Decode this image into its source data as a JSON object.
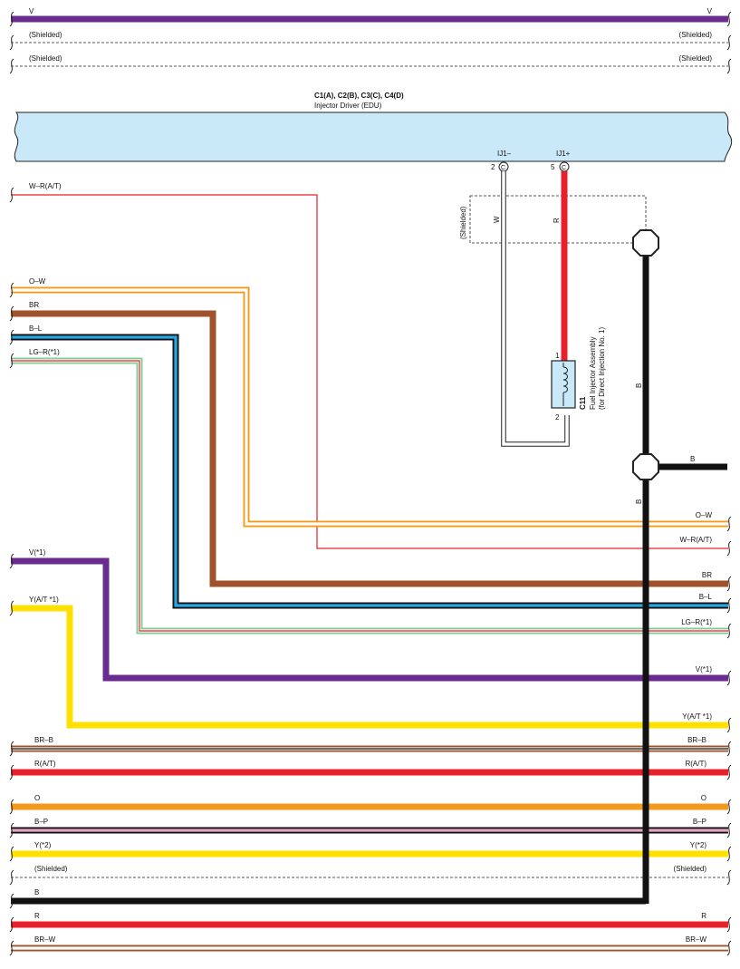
{
  "colors": {
    "V": "#6a2c91",
    "W": "#ffffff",
    "R": "#e8202a",
    "O": "#f39a1e",
    "BR": "#a0522d",
    "B": "#111111",
    "L": "#2aa7e0",
    "LG": "#7ccf9a",
    "Y": "#ffe000",
    "P": "#e6a5c7",
    "edu": "#c9e9f8"
  },
  "top_wires": [
    {
      "label_left": "V",
      "label_right": "V",
      "type": "solid",
      "color": "V"
    },
    {
      "label_left": "(Shielded)",
      "label_right": "(Shielded)",
      "type": "shield"
    },
    {
      "label_left": "(Shielded)",
      "label_right": "(Shielded)",
      "type": "shield"
    }
  ],
  "edu": {
    "connector_title": "C1(A), C2(B), C3(C), C4(D)",
    "name": "Injector Driver (EDU)",
    "pin_ij1_minus": {
      "name": "IJ1–",
      "num": "2",
      "conn": "C"
    },
    "pin_ij1_plus": {
      "name": "IJ1+",
      "num": "5",
      "conn": "C"
    }
  },
  "injector": {
    "code": "C11",
    "line1": "Fuel Injector Assembly",
    "line2": "(for Direct Injection No. 1)",
    "pin_top": "1",
    "pin_bottom": "2"
  },
  "shield_label": "(Shielded)",
  "wire_w": "W",
  "wire_r": "R",
  "ground_b_vertical": "B",
  "ground_b_lower": "B",
  "ground_b_branch": "B",
  "wires": [
    {
      "label_left": "W–R(A/T)",
      "label_right": "W–R(A/T)",
      "base": "W",
      "stripe": "R"
    },
    {
      "label_left": "O–W",
      "label_right": "O–W",
      "base": "O",
      "stripe": "W"
    },
    {
      "label_left": "BR",
      "label_right": "BR",
      "base": "BR",
      "stripe": null
    },
    {
      "label_left": "B–L",
      "label_right": "B–L",
      "base": "B",
      "stripe": "L"
    },
    {
      "label_left": "LG–R(*1)",
      "label_right": "LG–R(*1)",
      "base": "LG",
      "stripe": "R"
    },
    {
      "label_left": "V(*1)",
      "label_right": "V(*1)",
      "base": "V",
      "stripe": null
    },
    {
      "label_left": "Y(A/T *1)",
      "label_right": "Y(A/T *1)",
      "base": "Y",
      "stripe": null
    }
  ],
  "bottom_wires": [
    {
      "label_left": "BR–B",
      "label_right": "BR–B",
      "base": "BR",
      "stripe": "B"
    },
    {
      "label_left": "R(A/T)",
      "label_right": "R(A/T)",
      "base": "R",
      "stripe": null
    },
    {
      "label_left": "O",
      "label_right": "O",
      "base": "O",
      "stripe": null
    },
    {
      "label_left": "B–P",
      "label_right": "B–P",
      "base": "B",
      "stripe": "P"
    },
    {
      "label_left": "Y(*2)",
      "label_right": "Y(*2)",
      "base": "Y",
      "stripe": null
    },
    {
      "label_left": "(Shielded)",
      "label_right": "(Shielded)",
      "base": "shield",
      "stripe": null
    },
    {
      "label_left": "B",
      "label_right": "",
      "base": "B",
      "stripe": null
    },
    {
      "label_left": "R",
      "label_right": "R",
      "base": "R",
      "stripe": null
    },
    {
      "label_left": "BR–W",
      "label_right": "BR–W",
      "base": "BR",
      "stripe": "W"
    }
  ]
}
